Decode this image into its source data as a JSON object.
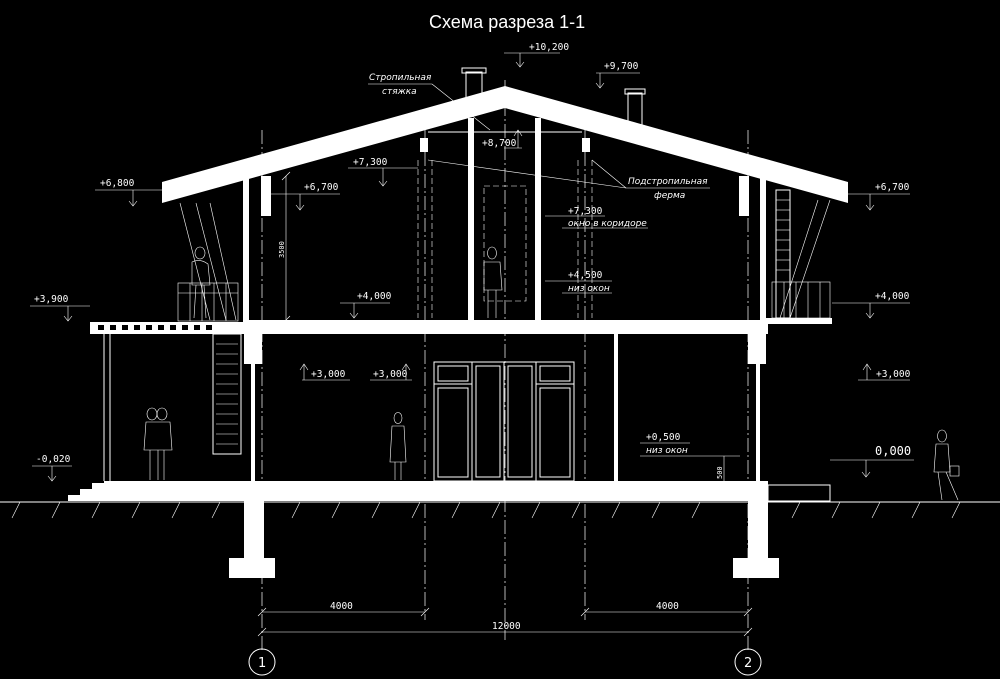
{
  "title": "Схема разреза 1-1",
  "elevations": {
    "ridge": "+10,200",
    "chimney": "+9,700",
    "rafter_tie": "+8,700",
    "attic_top": "+7,300",
    "corridor_window_top": "+7,300",
    "eave_left_outer": "+6,800",
    "eave_left": "+6,700",
    "eave_right": "+6,700",
    "window_bottom_2": "+4,500",
    "floor2_left": "+4,000",
    "floor2_right": "+4,000",
    "canopy": "+3,900",
    "ceiling1_left": "+3,000",
    "ceiling1_mid": "+3,000",
    "ceiling1_right": "+3,000",
    "window_bottom_1": "+0,500",
    "ground_left": "-0,020",
    "zero": "0,000"
  },
  "notes": {
    "rafter_tie_1": "Стропильная",
    "rafter_tie_2": "стяжка",
    "truss_1": "Подстропильная",
    "truss_2": "ферма",
    "corridor_window": "окно в коридоре",
    "window_bottom_2": "низ окон",
    "window_bottom_1": "низ окон"
  },
  "dimensions": {
    "height_3500": "3500",
    "height_500": "500",
    "span_left": "4000",
    "span_right": "4000",
    "total": "12000"
  },
  "axes": {
    "a1": "1",
    "a2": "2"
  }
}
